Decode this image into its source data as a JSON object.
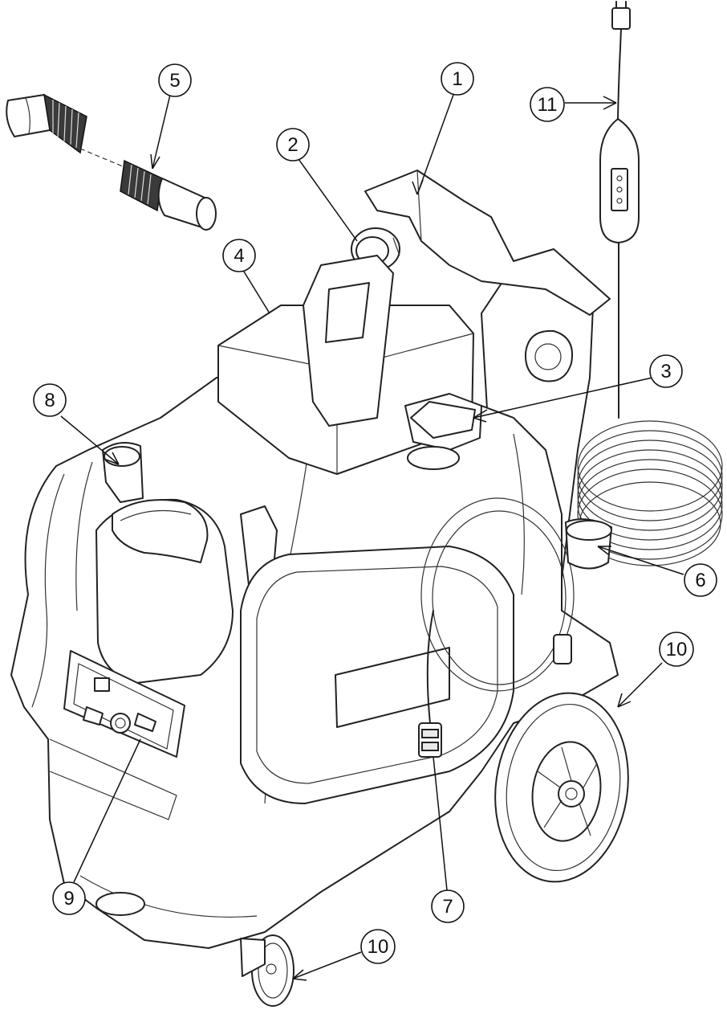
{
  "callouts": [
    {
      "id": "c1",
      "label": "1"
    },
    {
      "id": "c2",
      "label": "2"
    },
    {
      "id": "c3",
      "label": "3"
    },
    {
      "id": "c4",
      "label": "4"
    },
    {
      "id": "c5",
      "label": "5"
    },
    {
      "id": "c6",
      "label": "6"
    },
    {
      "id": "c7",
      "label": "7"
    },
    {
      "id": "c8",
      "label": "8"
    },
    {
      "id": "c9",
      "label": "9"
    },
    {
      "id": "c10a",
      "label": "10"
    },
    {
      "id": "c10b",
      "label": "10"
    },
    {
      "id": "c11",
      "label": "11"
    }
  ],
  "colors": {
    "line": "#222222",
    "background": "#ffffff"
  }
}
